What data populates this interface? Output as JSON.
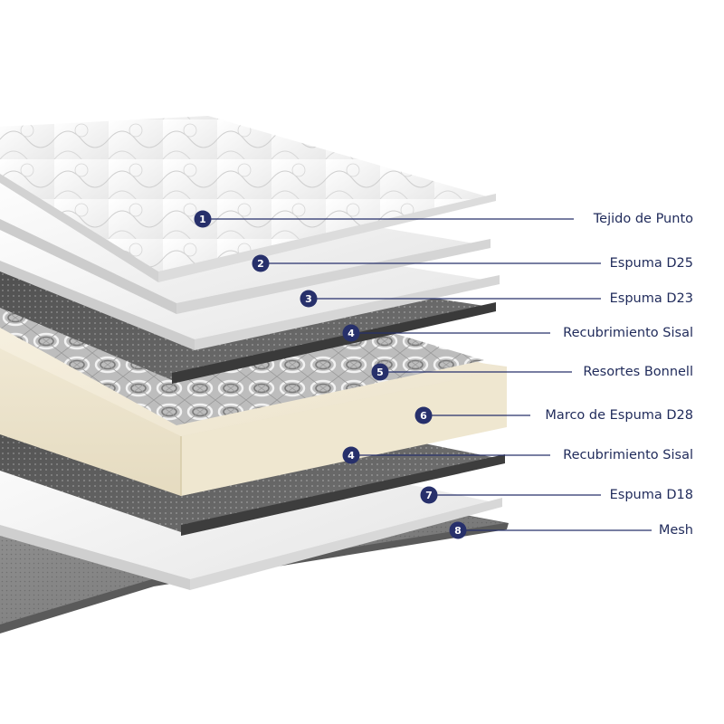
{
  "colors": {
    "accent": "#1f2a5a",
    "badge": "#27306b"
  },
  "layers": [
    {
      "number": "1",
      "label": "Tejido de Punto"
    },
    {
      "number": "2",
      "label": "Espuma D25"
    },
    {
      "number": "3",
      "label": "Espuma D23"
    },
    {
      "number": "4",
      "label": "Recubrimiento Sisal"
    },
    {
      "number": "5",
      "label": "Resortes Bonnell"
    },
    {
      "number": "6",
      "label": "Marco de Espuma D28"
    },
    {
      "number": "4",
      "label": "Recubrimiento Sisal"
    },
    {
      "number": "7",
      "label": "Espuma D18"
    },
    {
      "number": "8",
      "label": "Mesh"
    }
  ]
}
